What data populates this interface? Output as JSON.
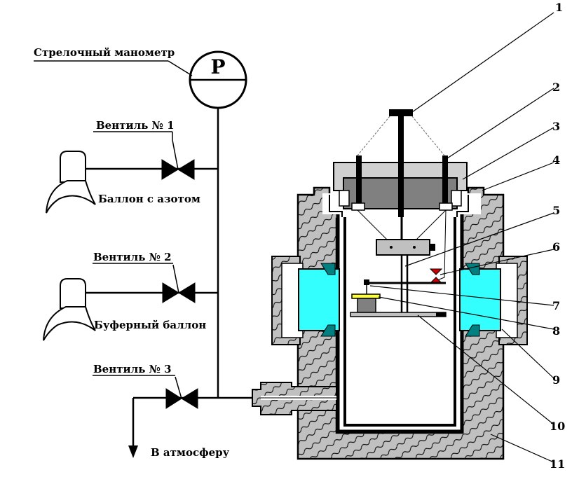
{
  "labels": {
    "manometer": "Стрелочный манометр",
    "manometer_symbol": "P",
    "valve1": "Вентиль № 1",
    "valve2": "Вентиль № 2",
    "valve3": "Вентиль № 3",
    "nitrogen_cylinder": "Баллон с азотом",
    "buffer_cylinder": "Буферный баллон",
    "atmosphere": "В атмосферу"
  },
  "callouts": [
    "1",
    "2",
    "3",
    "4",
    "5",
    "6",
    "7",
    "8",
    "9",
    "10",
    "11"
  ],
  "colors": {
    "line": "#000000",
    "insulation": "#c0c0c0",
    "window_glass": "#33ffff",
    "window_seal": "#008080",
    "lid": "#808080",
    "sample": "#ffff33",
    "heater": "#cc0000",
    "cylinder": "#ffffff"
  }
}
